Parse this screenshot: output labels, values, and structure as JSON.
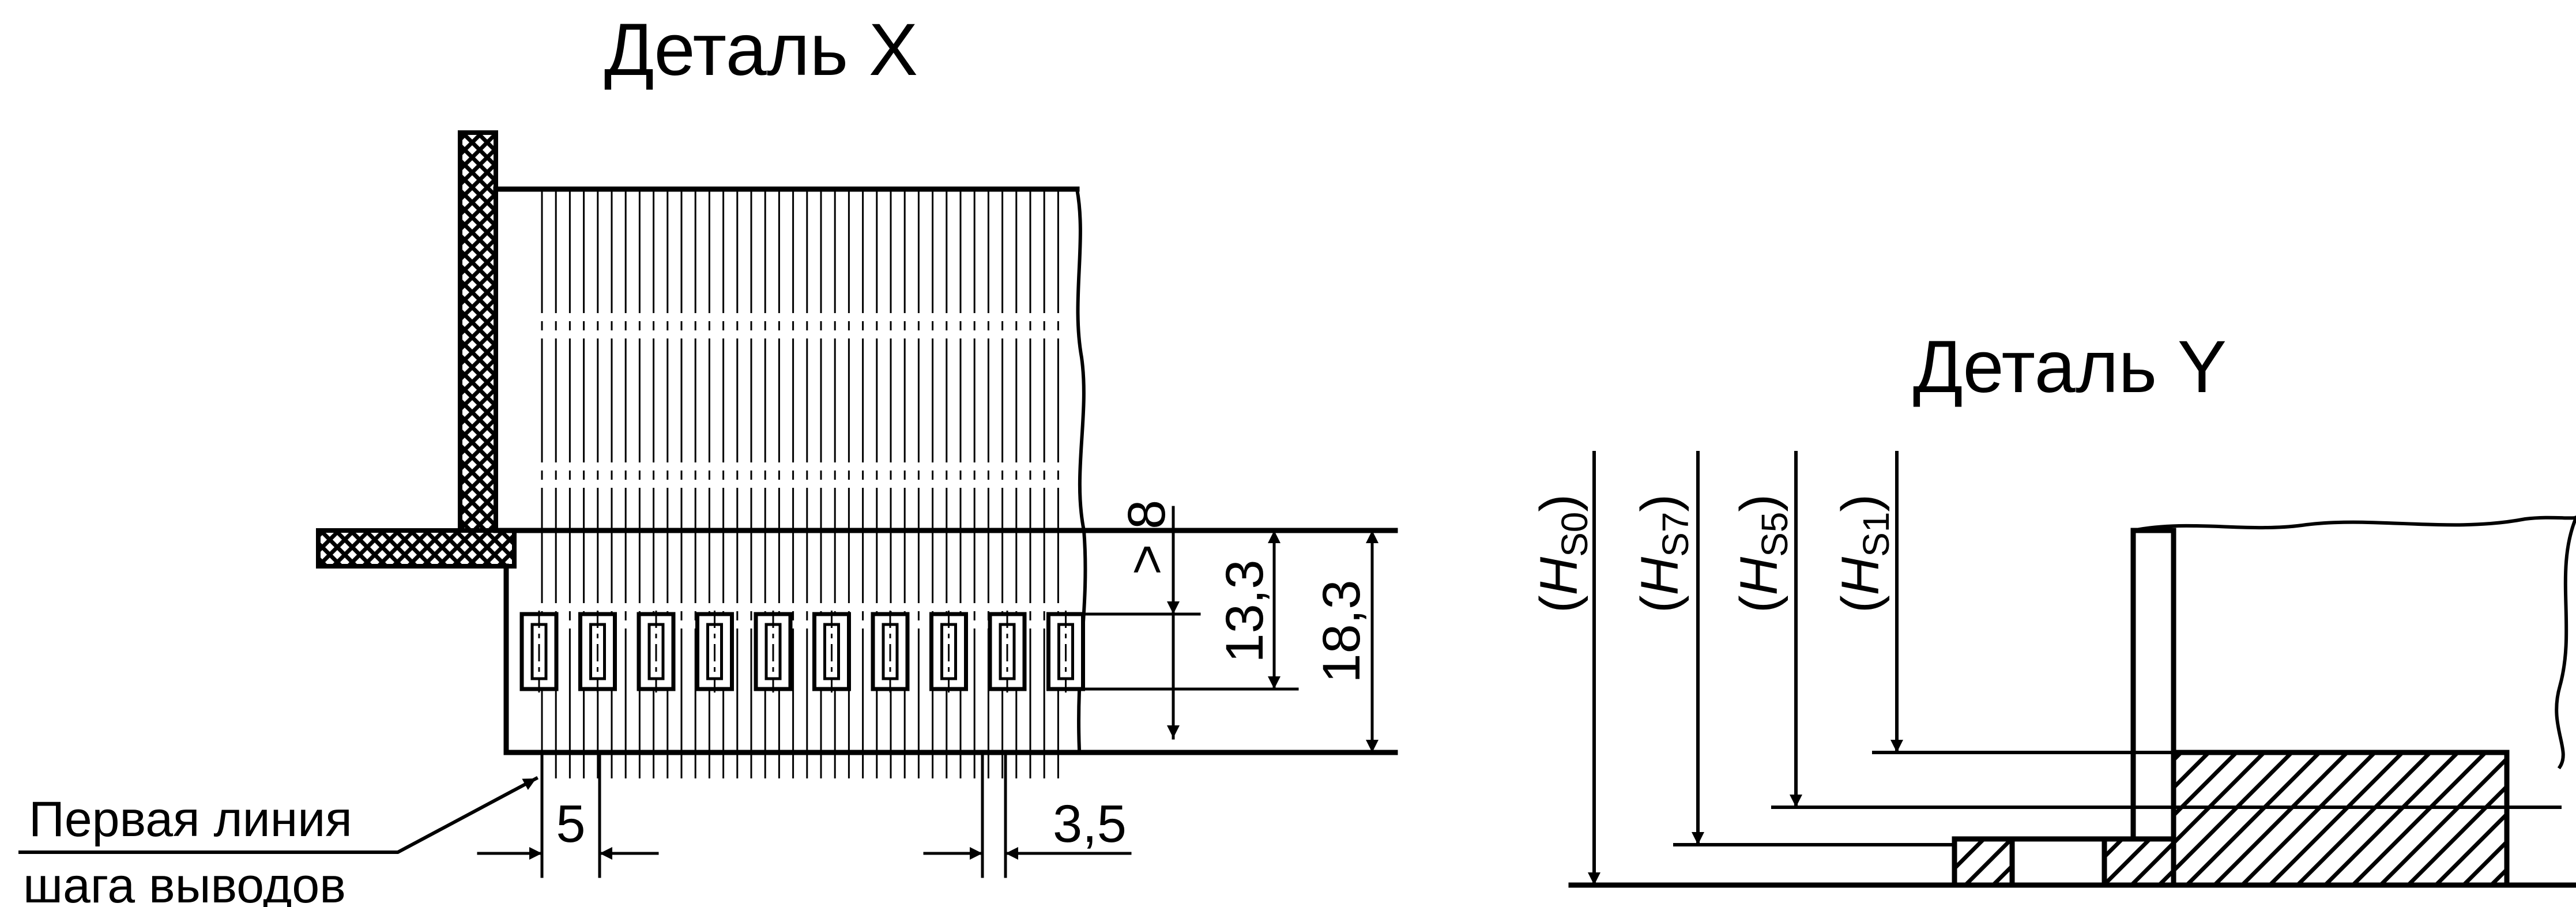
{
  "detail_x": {
    "title": "Деталь X",
    "dims": {
      "pitch": "5",
      "gap": "3,5",
      "offset_min": "> 8",
      "height_inner": "13,3",
      "height_outer": "18,3"
    },
    "leader_label": {
      "line1": "Первая линия",
      "line2": "шага выводов"
    }
  },
  "detail_y": {
    "title": "Деталь Y",
    "levels": [
      {
        "open": "(",
        "base": "H",
        "sub": "S0",
        "close": ")"
      },
      {
        "open": "(",
        "base": "H",
        "sub": "S7",
        "close": ")"
      },
      {
        "open": "(",
        "base": "H",
        "sub": "S5",
        "close": ")"
      },
      {
        "open": "(",
        "base": "H",
        "sub": "S1",
        "close": ")"
      }
    ]
  }
}
